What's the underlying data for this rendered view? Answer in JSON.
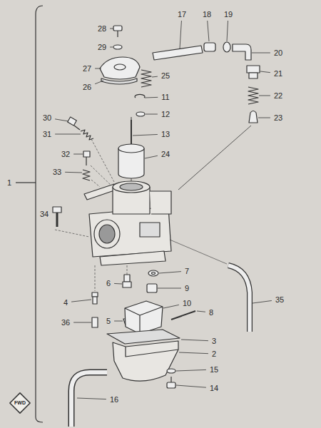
{
  "diagram": {
    "labels": [
      "28",
      "29",
      "27",
      "26",
      "25",
      "11",
      "12",
      "13",
      "24",
      "17",
      "18",
      "19",
      "20",
      "21",
      "22",
      "23",
      "30",
      "31",
      "32",
      "33",
      "1",
      "34",
      "7",
      "6",
      "9",
      "4",
      "10",
      "8",
      "5",
      "36",
      "3",
      "2",
      "15",
      "14",
      "35",
      "16",
      "FWD"
    ]
  }
}
